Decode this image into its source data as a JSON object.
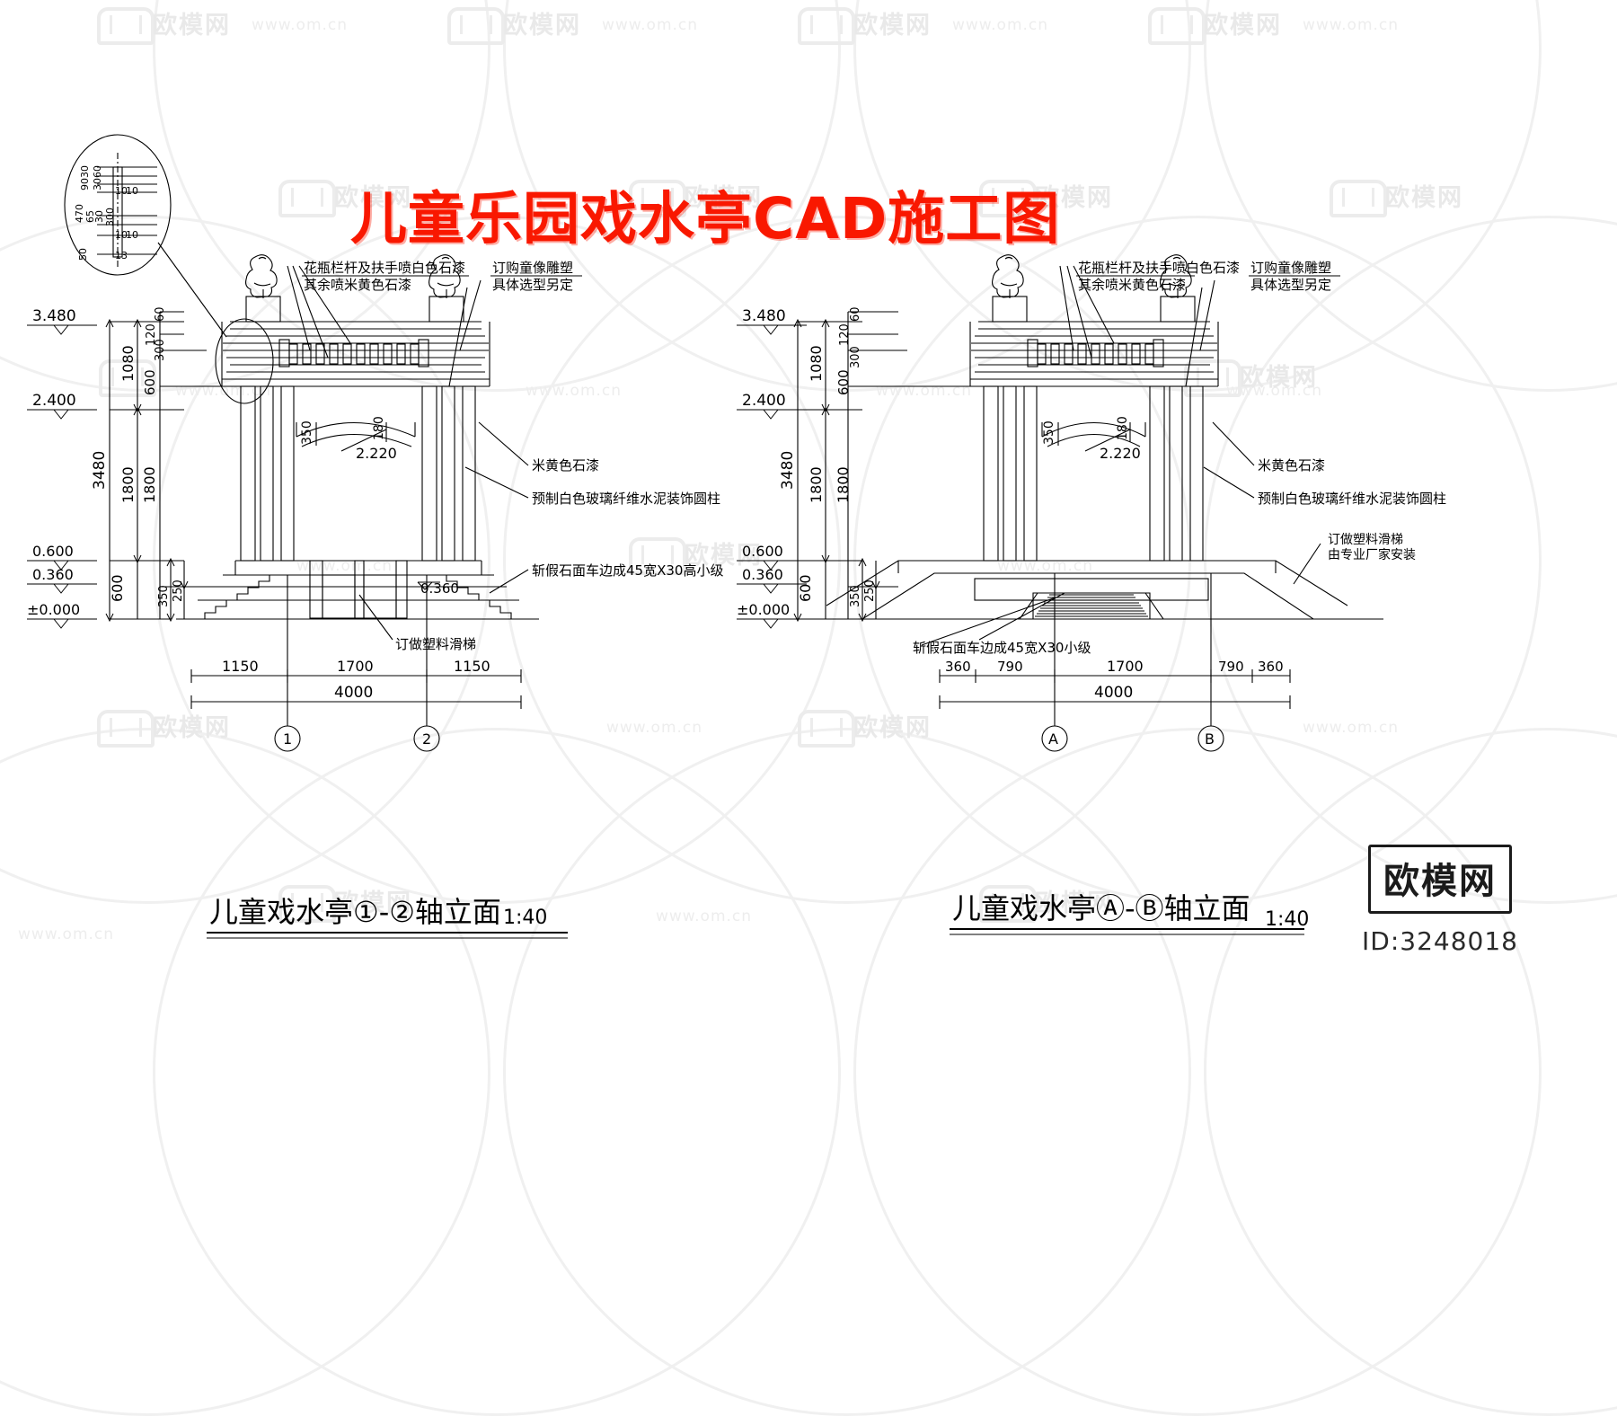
{
  "title": "儿童乐园戏水亭CAD施工图",
  "title_color": "#f91800",
  "watermark": {
    "cn": "欧模网",
    "en": "www.om.cn"
  },
  "logo": {
    "name": "欧模网",
    "id": "ID:3248018"
  },
  "detail_bubble": {
    "dims": [
      "30",
      "60",
      "90",
      "30",
      "10",
      "10",
      "470",
      "65",
      "30",
      "300",
      "10",
      "10",
      "50",
      "13"
    ]
  },
  "left_view": {
    "caption": "儿童戏水亭①-②轴立面",
    "scale": "1:40",
    "elevations": [
      "3.480",
      "2.400",
      "0.600",
      "0.360",
      "±0.000"
    ],
    "slope_marks": [
      "2.220",
      "0.360"
    ],
    "vertical_dims_outer": [
      "3480"
    ],
    "vertical_dims_mid": [
      "1080",
      "1800",
      "600"
    ],
    "vertical_dims_inner": [
      "60",
      "120",
      "300",
      "600",
      "1800",
      "350",
      "250"
    ],
    "member_dims": [
      "350",
      "180"
    ],
    "horizontal_dims": [
      "1150",
      "1700",
      "1150"
    ],
    "total_width": "4000",
    "axis_labels": [
      "1",
      "2"
    ],
    "annotations": [
      {
        "id": "anno-railing",
        "lines": [
          "花瓶栏杆及扶手喷白色石漆",
          "其余喷米黄色石漆"
        ]
      },
      {
        "id": "anno-sculpture",
        "lines": [
          "订购童像雕塑",
          "具体选型另定"
        ]
      },
      {
        "id": "anno-paint",
        "lines": [
          "米黄色石漆"
        ]
      },
      {
        "id": "anno-column",
        "lines": [
          "预制白色玻璃纤维水泥装饰圆柱"
        ]
      },
      {
        "id": "anno-stone-step",
        "lines": [
          "斩假石面车边成45宽X30高小级"
        ]
      },
      {
        "id": "anno-slide",
        "lines": [
          "订做塑料滑梯"
        ]
      }
    ]
  },
  "right_view": {
    "caption": "儿童戏水亭Ⓐ-Ⓑ轴立面",
    "scale": "1:40",
    "elevations": [
      "3.480",
      "2.400",
      "0.600",
      "0.360",
      "±0.000"
    ],
    "slope_marks": [
      "2.220"
    ],
    "vertical_dims_outer": [
      "3480"
    ],
    "vertical_dims_mid": [
      "1080",
      "1800",
      "600"
    ],
    "vertical_dims_inner": [
      "60",
      "120",
      "300",
      "600",
      "1800",
      "350",
      "250"
    ],
    "member_dims": [
      "350",
      "180"
    ],
    "horizontal_dims": [
      "360",
      "790",
      "1700",
      "790",
      "360"
    ],
    "total_width": "4000",
    "axis_labels": [
      "A",
      "B"
    ],
    "annotations": [
      {
        "id": "anno-railing",
        "lines": [
          "花瓶栏杆及扶手喷白色石漆",
          "其余喷米黄色石漆"
        ]
      },
      {
        "id": "anno-sculpture",
        "lines": [
          "订购童像雕塑",
          "具体选型另定"
        ]
      },
      {
        "id": "anno-paint",
        "lines": [
          "米黄色石漆"
        ]
      },
      {
        "id": "anno-column",
        "lines": [
          "预制白色玻璃纤维水泥装饰圆柱"
        ]
      },
      {
        "id": "anno-slide",
        "lines": [
          "订做塑料滑梯",
          "由专业厂家安装"
        ]
      },
      {
        "id": "anno-stone-step",
        "lines": [
          "斩假石面车边成45宽X30小级"
        ]
      }
    ]
  }
}
